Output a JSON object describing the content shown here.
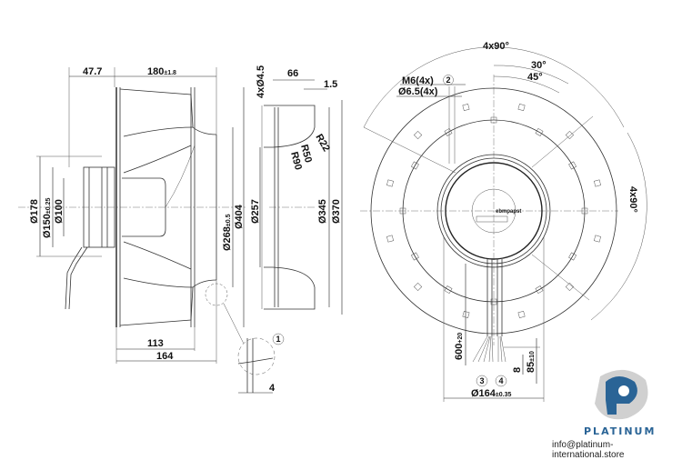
{
  "side_view": {
    "dims": {
      "offset_flange": "47.7",
      "overall_length": "180",
      "overall_length_tol": "±1.8",
      "dia_178": "Ø178",
      "dia_150": "Ø150",
      "dia_150_tol": "±0.25",
      "dia_100": "Ø100",
      "dia_268": "Ø268",
      "dia_268_tol": "±0.5",
      "dia_404": "Ø404",
      "depth_113": "113",
      "depth_164": "164",
      "detail_callout": "1",
      "detail_dim_4": "4"
    }
  },
  "inlet_ring": {
    "dims": {
      "holes": "4xØ4.5",
      "width_66": "66",
      "thickness": "1.5",
      "r90": "R90",
      "r50": "R50",
      "r22": "R22",
      "dia_257": "Ø257",
      "dia_345": "Ø345",
      "dia_370": "Ø370"
    }
  },
  "front_view": {
    "dims": {
      "angle_4x90_top": "4x90°",
      "angle_30": "30°",
      "angle_45": "45°",
      "thread": "M6(4x)",
      "thread_callout": "2",
      "hole": "Ø6.5(4x)",
      "angle_4x90_right": "4x90°",
      "cable_length": "600",
      "cable_length_tol": "+20",
      "strip_85": "85",
      "strip_85_tol": "±10",
      "strip_8": "8",
      "callout_3": "3",
      "callout_4": "4",
      "dia_164": "Ø164",
      "dia_164_tol": "±0.35",
      "brand_label": "ebmpapst"
    }
  },
  "watermark": {
    "brand": "PLATINUM",
    "email": "info@platinum-international.store",
    "colors": {
      "primary": "#2a6496",
      "secondary": "#c8c8c8"
    }
  }
}
